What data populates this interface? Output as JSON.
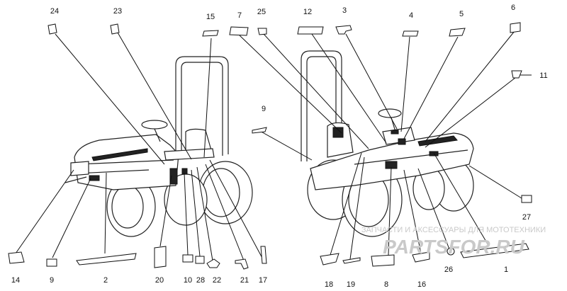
{
  "callouts": [
    {
      "id": "24",
      "label": "24"
    },
    {
      "id": "23",
      "label": "23"
    },
    {
      "id": "15",
      "label": "15"
    },
    {
      "id": "7",
      "label": "7"
    },
    {
      "id": "25",
      "label": "25"
    },
    {
      "id": "12",
      "label": "12"
    },
    {
      "id": "3",
      "label": "3"
    },
    {
      "id": "4",
      "label": "4"
    },
    {
      "id": "5",
      "label": "5"
    },
    {
      "id": "6",
      "label": "6"
    },
    {
      "id": "11",
      "label": "11"
    },
    {
      "id": "9a",
      "label": "9"
    },
    {
      "id": "27",
      "label": "27"
    },
    {
      "id": "14",
      "label": "14"
    },
    {
      "id": "9b",
      "label": "9"
    },
    {
      "id": "2",
      "label": "2"
    },
    {
      "id": "20",
      "label": "20"
    },
    {
      "id": "10",
      "label": "10"
    },
    {
      "id": "28",
      "label": "28"
    },
    {
      "id": "22",
      "label": "22"
    },
    {
      "id": "21",
      "label": "21"
    },
    {
      "id": "17",
      "label": "17"
    },
    {
      "id": "18",
      "label": "18"
    },
    {
      "id": "19",
      "label": "19"
    },
    {
      "id": "8",
      "label": "8"
    },
    {
      "id": "16",
      "label": "16"
    },
    {
      "id": "26",
      "label": "26"
    },
    {
      "id": "1",
      "label": "1"
    }
  ],
  "watermark": {
    "caption": "ЗАПЧАСТИ И АКСЕССУАРЫ ДЛЯ МОТОТЕХНИКИ",
    "logo_text": "PARTSFOR.RU"
  }
}
